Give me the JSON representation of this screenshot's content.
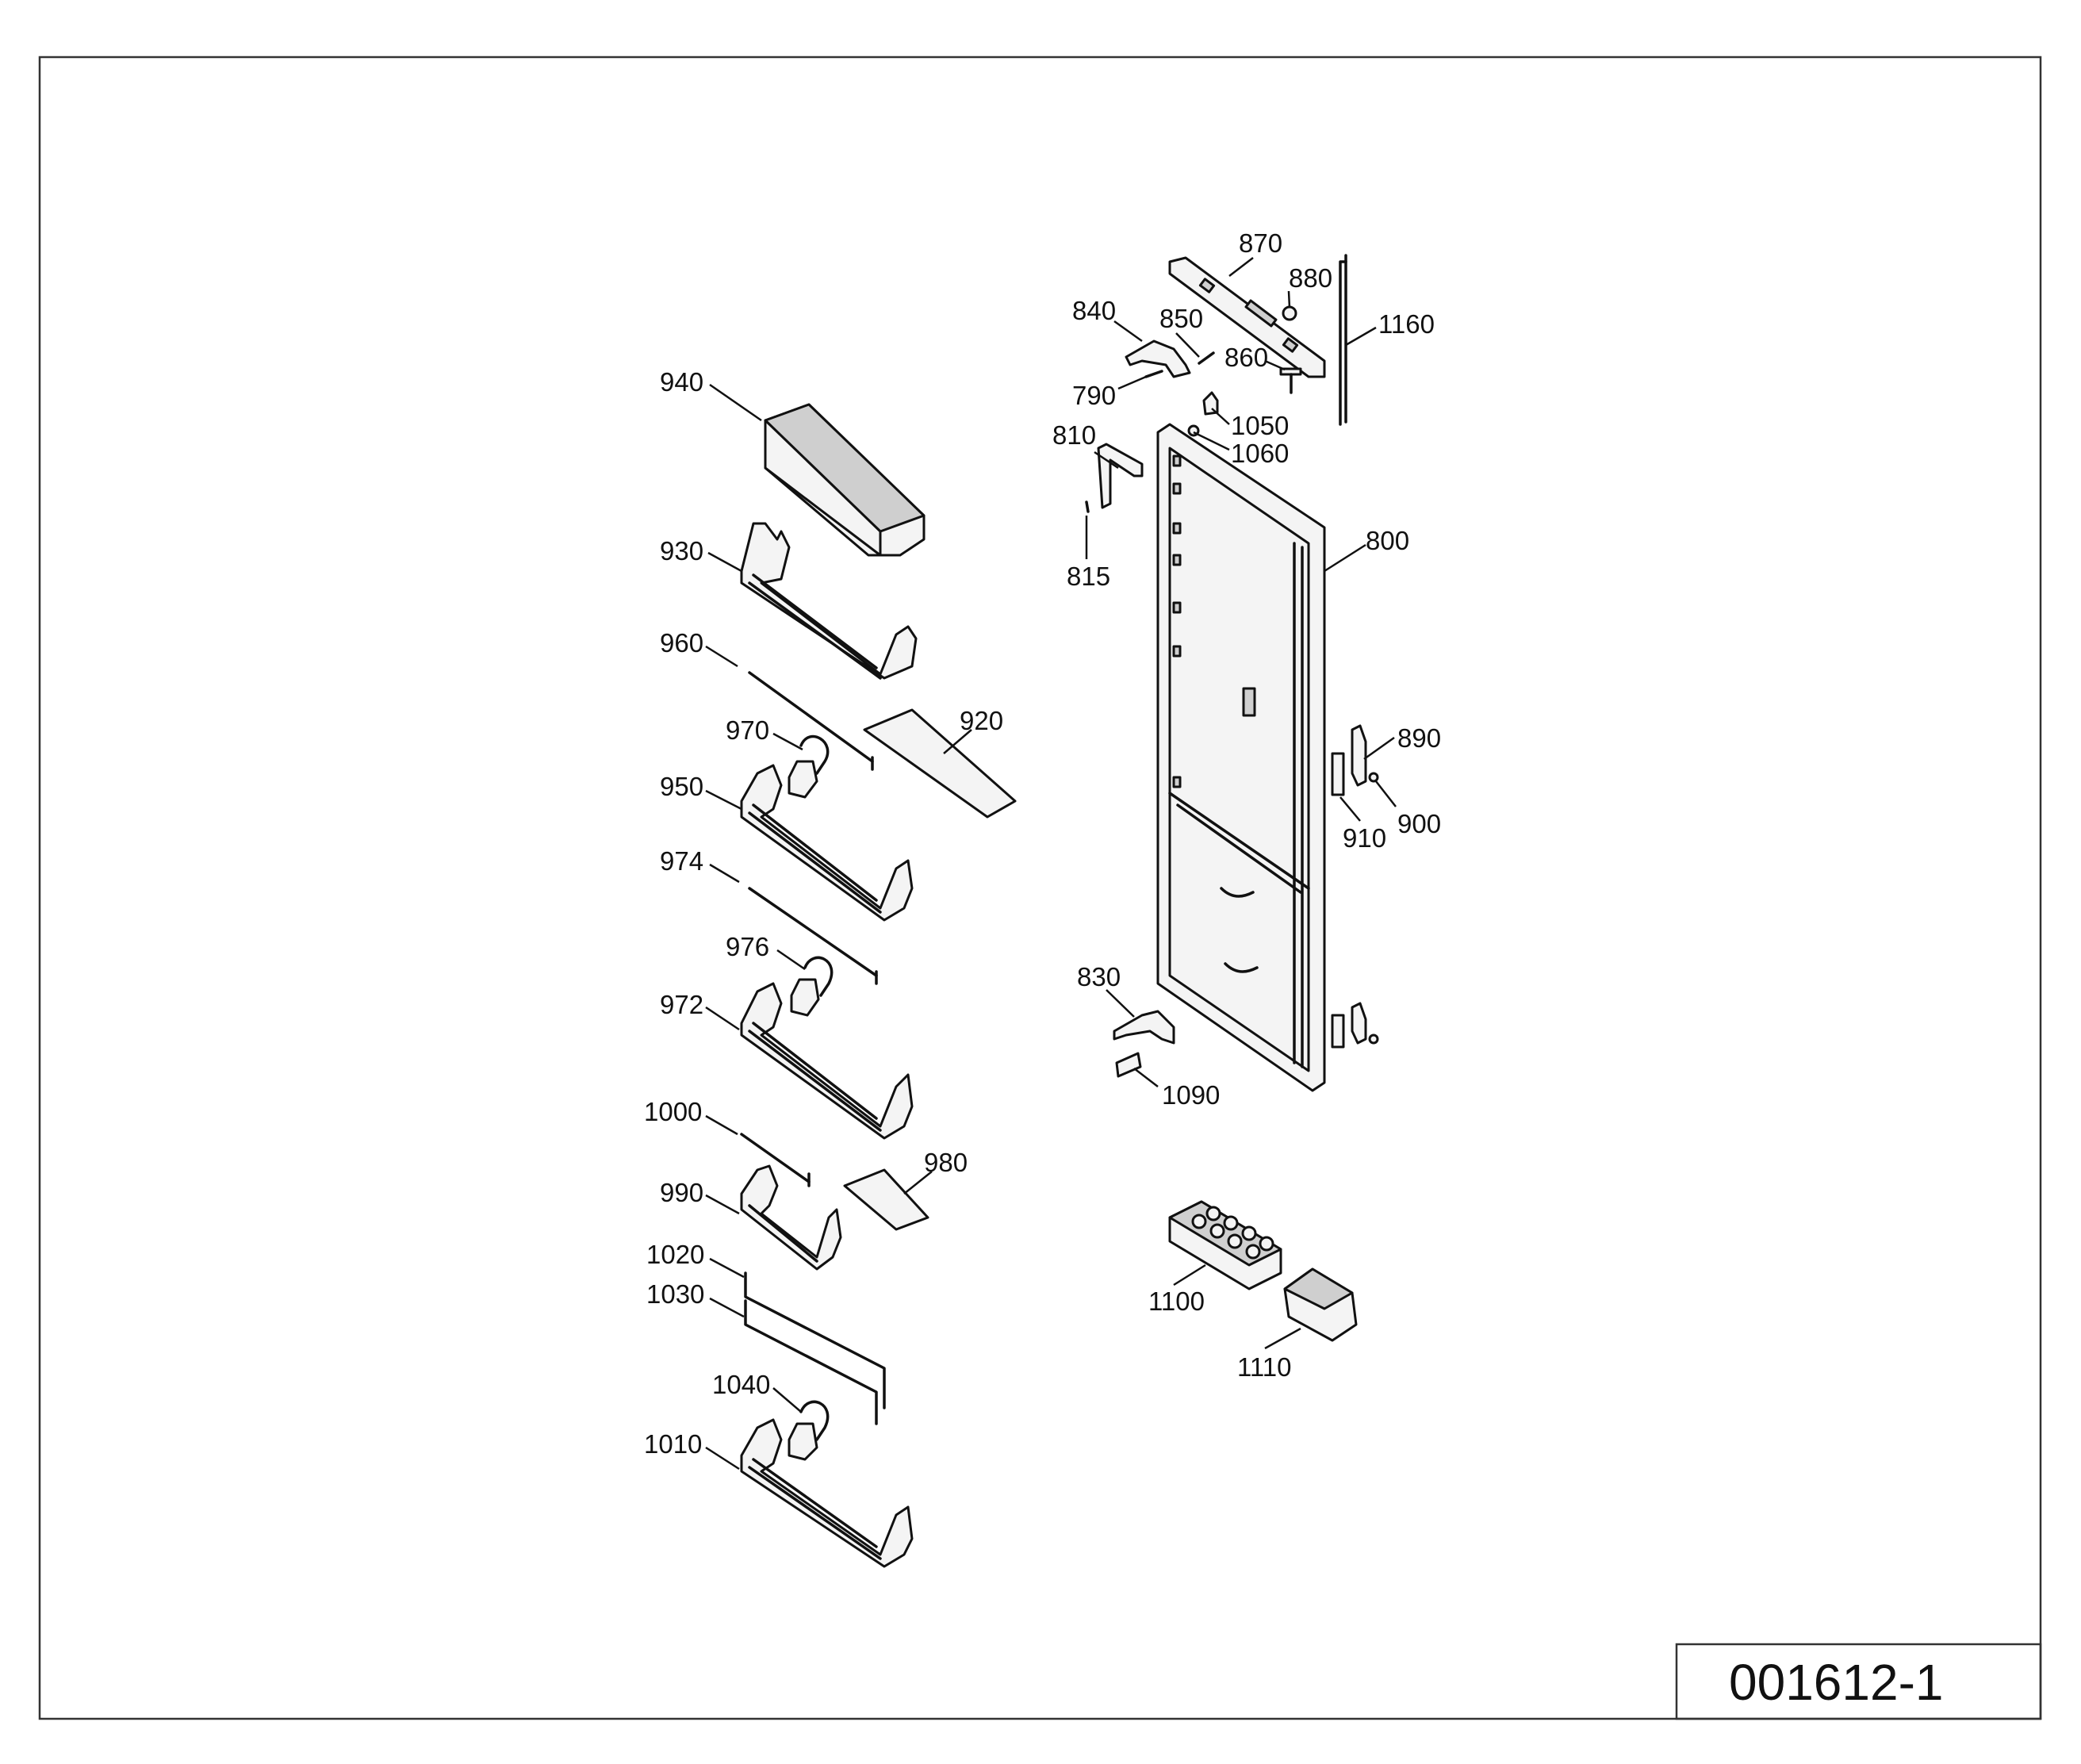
{
  "drawing_number": "001612-1",
  "callouts": [
    {
      "id": "p940",
      "label": "940"
    },
    {
      "id": "p930",
      "label": "930"
    },
    {
      "id": "p960",
      "label": "960"
    },
    {
      "id": "p970",
      "label": "970"
    },
    {
      "id": "p920",
      "label": "920"
    },
    {
      "id": "p950",
      "label": "950"
    },
    {
      "id": "p974",
      "label": "974"
    },
    {
      "id": "p976",
      "label": "976"
    },
    {
      "id": "p972",
      "label": "972"
    },
    {
      "id": "p1000",
      "label": "1000"
    },
    {
      "id": "p980",
      "label": "980"
    },
    {
      "id": "p990",
      "label": "990"
    },
    {
      "id": "p1020",
      "label": "1020"
    },
    {
      "id": "p1030",
      "label": "1030"
    },
    {
      "id": "p1040",
      "label": "1040"
    },
    {
      "id": "p1010",
      "label": "1010"
    },
    {
      "id": "p870",
      "label": "870"
    },
    {
      "id": "p880",
      "label": "880"
    },
    {
      "id": "p840",
      "label": "840"
    },
    {
      "id": "p850",
      "label": "850"
    },
    {
      "id": "p1160",
      "label": "1160"
    },
    {
      "id": "p860",
      "label": "860"
    },
    {
      "id": "p790",
      "label": "790"
    },
    {
      "id": "p1050",
      "label": "1050"
    },
    {
      "id": "p810",
      "label": "810"
    },
    {
      "id": "p1060",
      "label": "1060"
    },
    {
      "id": "p800",
      "label": "800"
    },
    {
      "id": "p815",
      "label": "815"
    },
    {
      "id": "p890",
      "label": "890"
    },
    {
      "id": "p900",
      "label": "900"
    },
    {
      "id": "p910",
      "label": "910"
    },
    {
      "id": "p830",
      "label": "830"
    },
    {
      "id": "p1090",
      "label": "1090"
    },
    {
      "id": "p1100",
      "label": "1100"
    },
    {
      "id": "p1110",
      "label": "1110"
    }
  ]
}
